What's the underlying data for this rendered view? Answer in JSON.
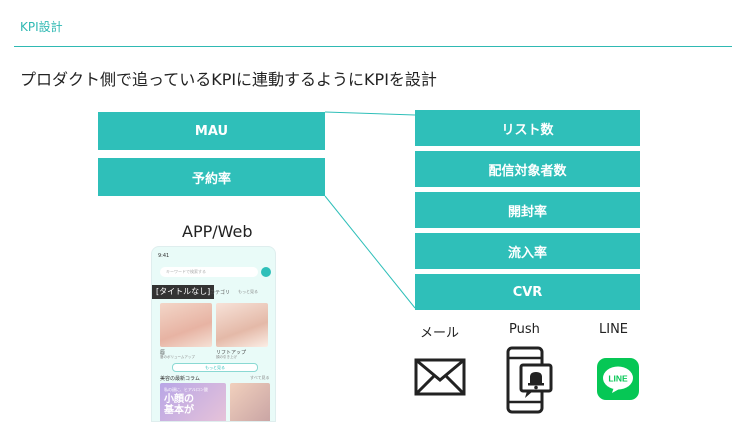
{
  "section_label": "KPI設計",
  "headline": "プロダクト側で追っているKPIに連動するようにKPIを設計",
  "left_kpis": [
    "MAU",
    "予約率"
  ],
  "right_kpis": [
    "リスト数",
    "配信対象者数",
    "開封率",
    "流入率",
    "CVR"
  ],
  "app_label": "APP/Web",
  "phone": {
    "status_time": "9:41",
    "search_placeholder": "キーワードで検索する",
    "title_badge": "[タイトルなし]",
    "category_label": "カテゴリ",
    "more_label": "もっと見る",
    "caption_left": "唇",
    "caption_right": "リフトアップ",
    "sub_left": "唇のボリュームアップ",
    "sub_right": "顔の引き上げ",
    "more_button": "もっと見る",
    "column_title": "美容の最新コラム",
    "column_more": "すべて見る",
    "card_small_text": "私の顔に、ヒアルロン酸",
    "card_big_line1": "小顔の",
    "card_big_line2": "基本が"
  },
  "channels": [
    {
      "label": "メール",
      "icon": "mail-icon"
    },
    {
      "label": "Push",
      "icon": "smartphone-push-icon"
    },
    {
      "label": "LINE",
      "icon": "line-logo-icon"
    }
  ],
  "line_logo_text": "LINE",
  "colors": {
    "accent": "#2fbfb9",
    "line_green": "#06c755"
  }
}
